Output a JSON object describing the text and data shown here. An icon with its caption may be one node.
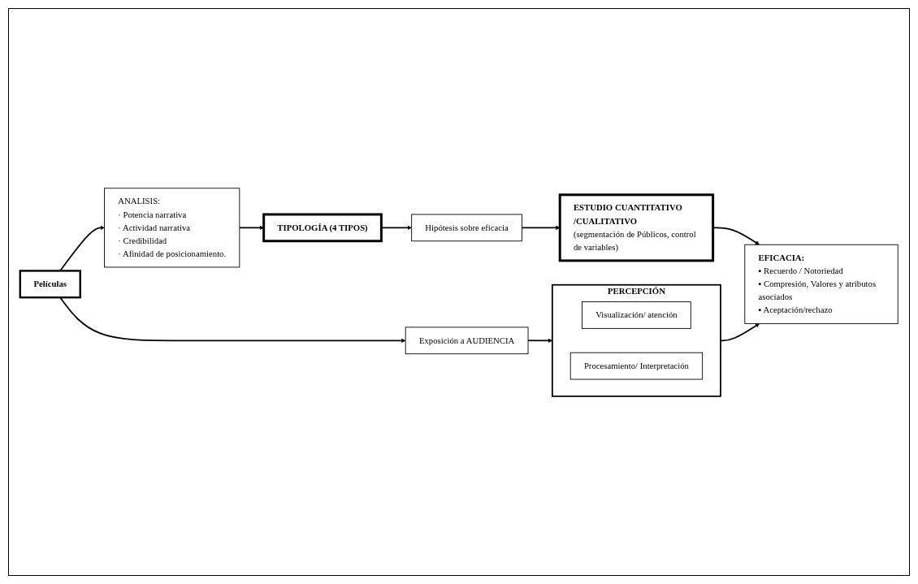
{
  "diagram": {
    "nodes": [
      {
        "text": [
          "Películas"
        ]
      },
      {
        "text": [
          "Exposición a AUDIENCIA"
        ]
      },
      {
        "text": [
          "PERCEPCIÓN"
        ]
      },
      {
        "text": [
          "Visualización/ atención"
        ],
        "in": 2
      },
      {
        "text": [
          "Procesamiento/ Interpretación"
        ],
        "in": 2
      },
      {
        "text": [
          "ANALISIS:",
          "· Potencia narrativa",
          "· Actividad narrativa",
          "· Credibilidad",
          "· Afinidad de posicionamiento."
        ]
      },
      {
        "text": [
          "EFICACIA:",
          "▪ Recuerdo / Notoriedad",
          "▪ Compresión, Valores y atributos asociados",
          "▪ Aceptación/rechazo"
        ]
      },
      {
        "text": [
          "TIPOLOGÍA (4 TIPOS)"
        ]
      },
      {
        "text": [
          "Hipótesis sobre eficacia"
        ]
      },
      {
        "text": [
          "ESTUDIO CUANTITATIVO /CUALITATIVO",
          "(segmentación de Públicos, control de variables)"
        ]
      }
    ],
    "edges": [
      {
        "from": 0,
        "to": 1,
        "arrow": "to"
      },
      {
        "from": 1,
        "to": 2,
        "arrow": "to"
      },
      {
        "from": 0,
        "to": 5,
        "arrow": "to"
      },
      {
        "from": 2,
        "to": 6,
        "arrow": "to"
      },
      {
        "from": 5,
        "to": 7,
        "arrow": "to"
      },
      {
        "from": 7,
        "to": 8,
        "arrow": "to"
      },
      {
        "from": 8,
        "to": 9,
        "arrow": "to"
      },
      {
        "from": 9,
        "to": 6,
        "arrow": "to"
      }
    ]
  }
}
